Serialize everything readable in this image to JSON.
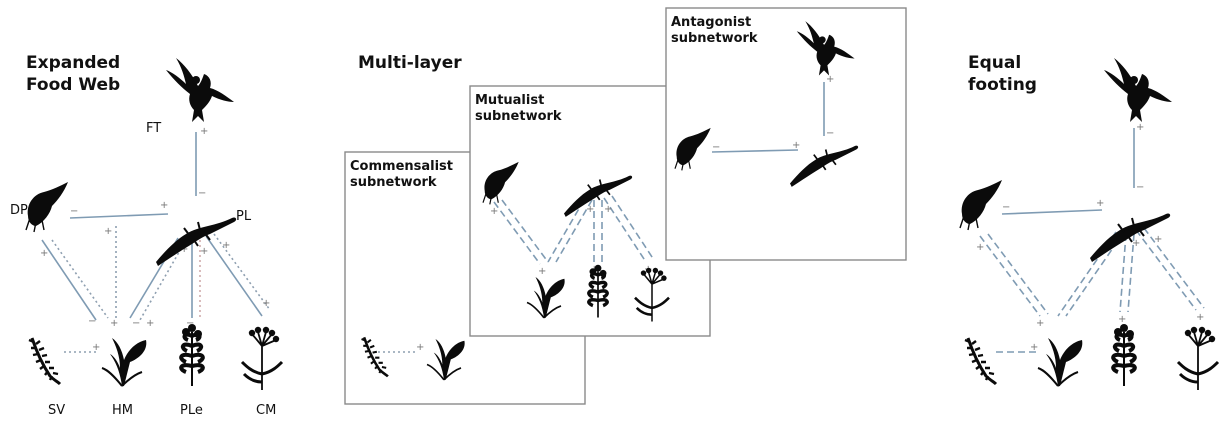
{
  "diagram": {
    "sections": {
      "expanded": {
        "title_line1": "Expanded",
        "title_line2": "Food Web",
        "labels": {
          "FT": "FT",
          "DP": "DP",
          "PL": "PL",
          "SV": "SV",
          "HM": "HM",
          "PLe": "PLe",
          "CM": "CM"
        }
      },
      "multilayer": {
        "title": "Multi-layer",
        "panels": {
          "commensalist_line1": "Commensalist",
          "commensalist_line2": "subnetwork",
          "mutualist_line1": "Mutualist",
          "mutualist_line2": "subnetwork",
          "antagonist_line1": "Antagonist",
          "antagonist_line2": "subnetwork"
        }
      },
      "equal": {
        "title_line1": "Equal",
        "title_line2": "footing"
      }
    },
    "signs": {
      "plus": "+",
      "minus": "−"
    },
    "colors": {
      "link": "#7f9bb3",
      "silhouette": "#0b0b0b",
      "panel_border": "#8a8a8a"
    },
    "icons": [
      "bird-icon",
      "insect-icon",
      "lizard-icon",
      "spike-plant-icon",
      "arum-plant-icon",
      "leafy-plant-icon",
      "umbel-plant-icon"
    ]
  }
}
